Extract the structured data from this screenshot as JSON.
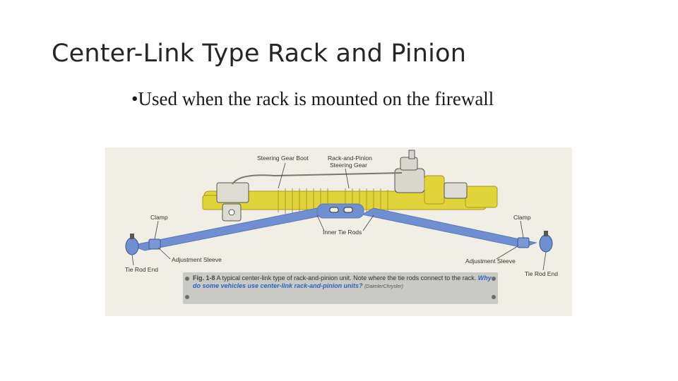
{
  "slide": {
    "title": "Center-Link Type Rack and Pinion",
    "bullet": "•Used when the rack is mounted on the firewall"
  },
  "figure": {
    "labels": {
      "steering_gear_boot": "Steering Gear Boot",
      "rack_and_pinion_line1": "Rack-and-Pinion",
      "rack_and_pinion_line2": "Steering Gear",
      "clamp_left": "Clamp",
      "clamp_right": "Clamp",
      "inner_tie_rods": "Inner Tie Rods",
      "adjustment_sleeve_left": "Adjustment Sleeve",
      "adjustment_sleeve_right": "Adjustment Sleeve",
      "tie_rod_end_left": "Tie Rod End",
      "tie_rod_end_right": "Tie Rod End"
    },
    "caption": {
      "fig_label": "Fig. 1-8",
      "text": "A typical center-link type of rack-and-pinion unit. Note where the tie rods connect to the rack.",
      "question": "Why do some vehicles use center-link rack-and-pinion units?",
      "credit": "(DaimlerChrysler)"
    },
    "colors": {
      "rack_yellow": "#e3d33a",
      "tie_rod_blue": "#6f8fd0",
      "caption_panel": "#c9c9c5",
      "question_blue": "#2f63b8"
    }
  }
}
